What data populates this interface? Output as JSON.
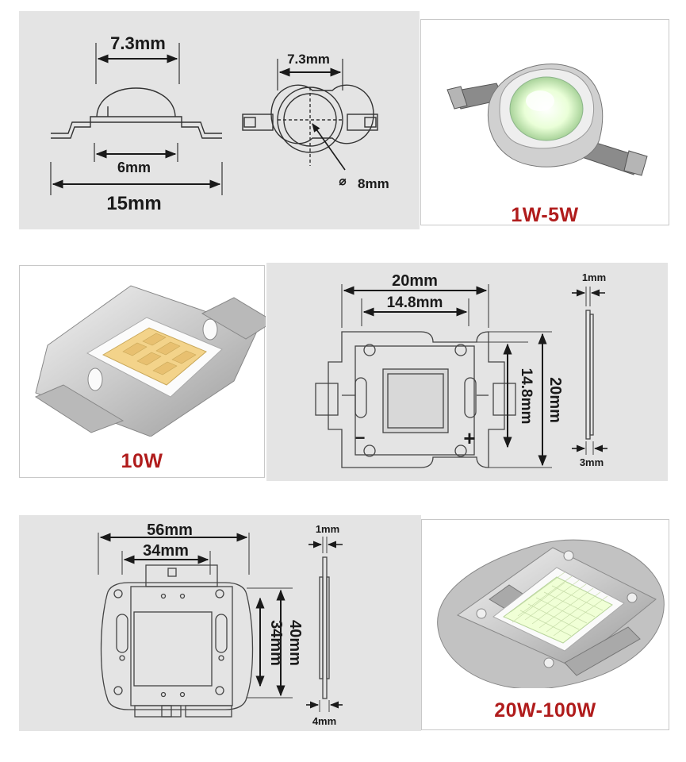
{
  "row1": {
    "side_view": {
      "top_width": "7.3mm",
      "base_width": "6mm",
      "total_width": "15mm"
    },
    "top_view": {
      "width": "7.3mm",
      "diameter": "8mm",
      "diameter_symbol": "⌀"
    },
    "product_caption": "1W-5W"
  },
  "row2": {
    "product_caption": "10W",
    "front_view": {
      "outer_width": "20mm",
      "inner_width": "14.8mm",
      "inner_height": "14.8mm",
      "outer_height": "20mm",
      "minus_sign": "−",
      "plus_sign": "+"
    },
    "side_view": {
      "top_thickness": "1mm",
      "bottom_thickness": "3mm"
    }
  },
  "row3": {
    "front_view": {
      "outer_width": "56mm",
      "inner_width": "34mm",
      "inner_height": "34mm",
      "outer_height": "40mm"
    },
    "side_view": {
      "top_thickness": "1mm",
      "bottom_thickness": "4mm"
    },
    "product_caption": "20W-100W"
  },
  "colors": {
    "caption": "#b01c1c",
    "panel_gray": "#e4e4e4",
    "led_warm": "#f5d98a",
    "led_cool": "#f2ffe0"
  }
}
